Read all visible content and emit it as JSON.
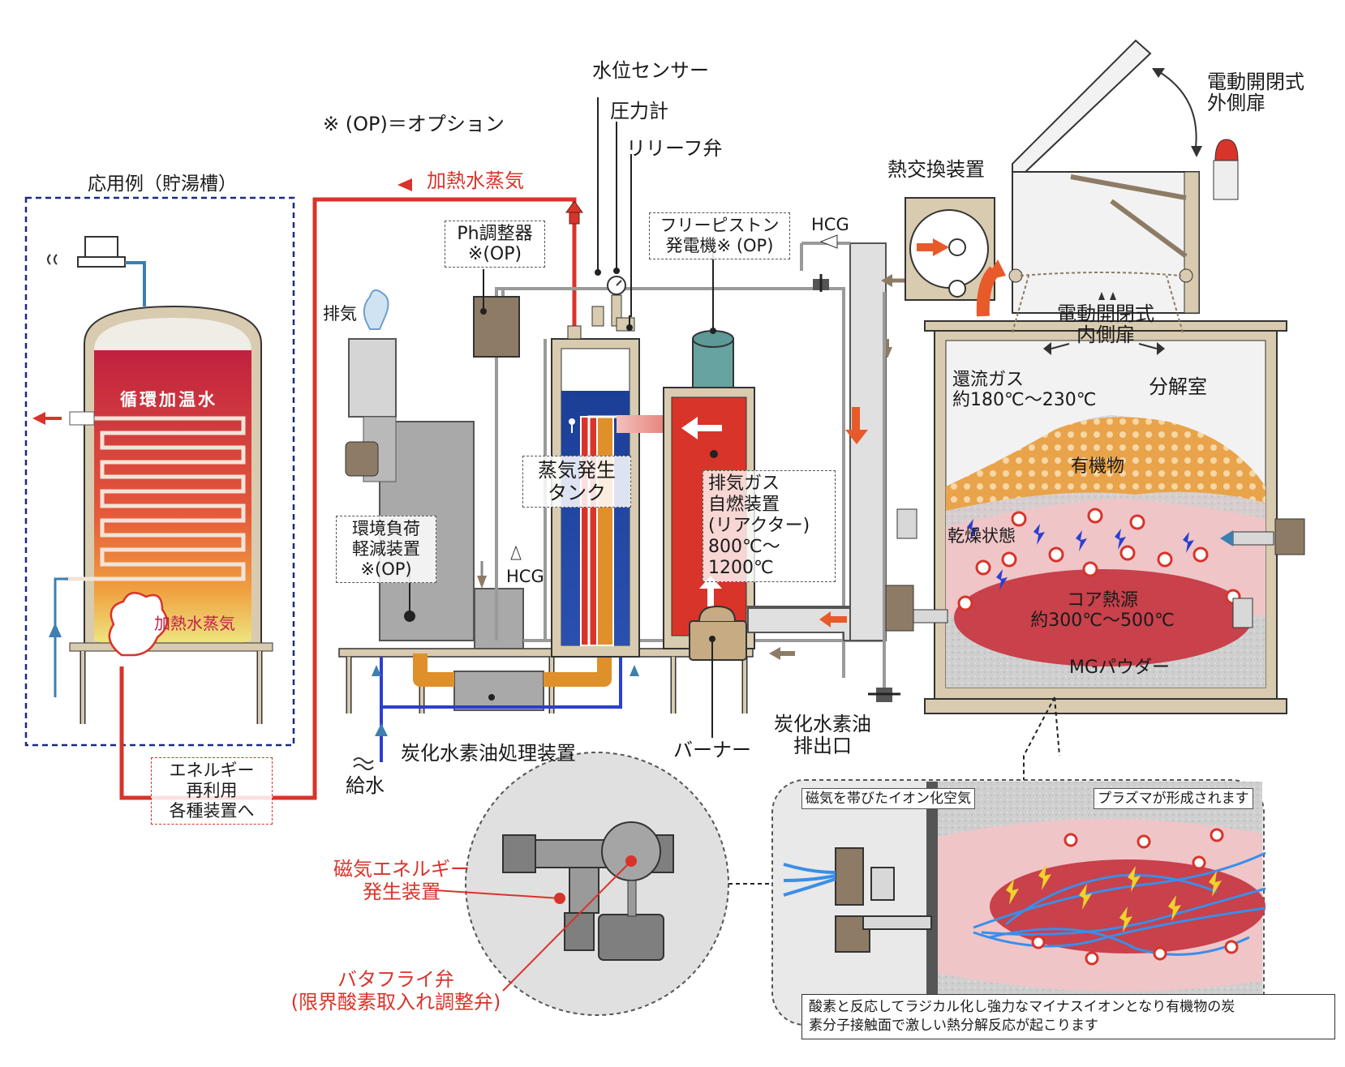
{
  "note_option": "※ (OP)＝オプション",
  "storage_tank": {
    "title": "応用例（貯湯槽）",
    "circulating_water": "循環加温水",
    "heated_steam": "加熱水蒸気"
  },
  "energy_reuse": [
    "エネルギー",
    "再利用",
    "各種装置へ"
  ],
  "heated_steam_top": "加熱水蒸気",
  "exhaust": "排気",
  "env_device": [
    "環境負荷",
    "軽減装置",
    "※(OP)"
  ],
  "ph_adjuster": [
    "Ph調整器",
    "※(OP)"
  ],
  "sensors": {
    "water_level": "水位センサー",
    "pressure_gauge": "圧力計",
    "relief_valve": "リリーフ弁"
  },
  "steam_tank": [
    "蒸気発生",
    "タンク"
  ],
  "free_piston": [
    "フリーピストン",
    "発電機※ (OP)"
  ],
  "exhaust_gas_device": [
    "排気ガス",
    "自燃装置",
    "(リアクター)",
    "800℃～1200℃"
  ],
  "hcg_top": "HCG",
  "hcg_mid": "HCG",
  "oil_processor": "炭化水素油処理装置",
  "burner": "バーナー",
  "water_supply": "給水",
  "oil_outlet": [
    "炭化水素油",
    "排出口"
  ],
  "heat_exchanger": "熱交換装置",
  "outer_door": [
    "電動開閉式",
    "外側扉"
  ],
  "inner_door": [
    "電動開閉式",
    "内側扉"
  ],
  "reflux_gas": [
    "還流ガス",
    "約180℃～230℃"
  ],
  "decomp_chamber": "分解室",
  "organic": "有機物",
  "dry_state": "乾燥状態",
  "core_heat": [
    "コア熱源",
    "約300℃～500℃"
  ],
  "mg_powder": "MGパウダー",
  "magnetic_device": [
    "磁気エネルギー",
    "発生装置"
  ],
  "butterfly_valve": [
    "バタフライ弁",
    "(限界酸素取入れ調整弁)"
  ],
  "ionized_air": "磁気を帯びたイオン化空気",
  "plasma": "プラズマが形成されます",
  "reaction_note": [
    "酸素と反応してラジカル化し強力なマイナスイオンとなり有機物の炭",
    "素分子接触面で激しい熱分解反応が起こります"
  ],
  "colors": {
    "pipe_red": "#d8342a",
    "pipe_gray": "#9a9a9a",
    "pipe_blue": "#2b3fd0",
    "frame": "#d8cbb0",
    "steam_blue": "#1f3f8f",
    "reactor_red": "#d8342a",
    "organic_orange": "#e9a34a"
  }
}
